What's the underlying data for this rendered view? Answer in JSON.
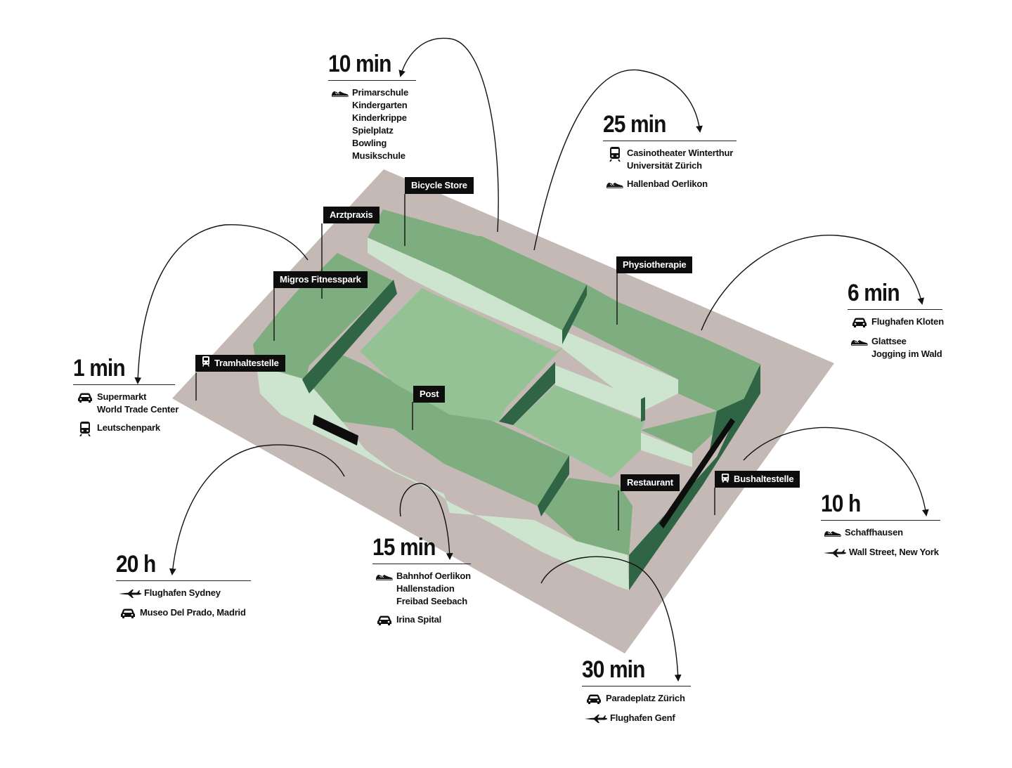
{
  "colors": {
    "plot": "#c4b9b4",
    "roof_mid": "#7eae80",
    "roof_light": "#95c295",
    "facade_light": "#cde5ce",
    "facade_dark": "#2f6444",
    "ink": "#111111",
    "tag_bg": "#0d0d0d",
    "tag_text": "#ffffff"
  },
  "tags": [
    {
      "id": "bicycle-store",
      "label": "Bicycle Store",
      "icon": ""
    },
    {
      "id": "arztpraxis",
      "label": "Arztpraxis",
      "icon": ""
    },
    {
      "id": "migros-fitnesspark",
      "label": "Migros Fitnesspark",
      "icon": ""
    },
    {
      "id": "tramhaltestelle",
      "label": "Tramhaltestelle",
      "icon": "tram-icon"
    },
    {
      "id": "physiotherapie",
      "label": "Physiotherapie",
      "icon": ""
    },
    {
      "id": "post",
      "label": "Post",
      "icon": ""
    },
    {
      "id": "restaurant",
      "label": "Restaurant",
      "icon": ""
    },
    {
      "id": "bushaltestelle",
      "label": "Bushaltestelle",
      "icon": "bus-icon"
    }
  ],
  "groups": [
    {
      "id": "10min",
      "time": "10 min",
      "rows": [
        {
          "icon": "walking-shoe-icon",
          "items": [
            "Primarschule",
            "Kindergarten",
            "Kinderkrippe",
            "Spielplatz",
            "Bowling",
            "Musikschule"
          ]
        }
      ]
    },
    {
      "id": "25min",
      "time": "25 min",
      "rows": [
        {
          "icon": "tram-icon",
          "items": [
            "Casinotheater Winterthur",
            "Universität Zürich"
          ]
        },
        {
          "icon": "walking-shoe-icon",
          "items": [
            "Hallenbad Oerlikon"
          ]
        }
      ]
    },
    {
      "id": "6min",
      "time": "6 min",
      "rows": [
        {
          "icon": "car-icon",
          "items": [
            "Flughafen Kloten"
          ]
        },
        {
          "icon": "walking-shoe-icon",
          "items": [
            "Glattsee",
            "Jogging im Wald"
          ]
        }
      ]
    },
    {
      "id": "1min",
      "time": "1 min",
      "rows": [
        {
          "icon": "car-icon",
          "items": [
            "Supermarkt",
            "World Trade Center"
          ]
        },
        {
          "icon": "tram-icon",
          "items": [
            "Leutschenpark"
          ]
        }
      ]
    },
    {
      "id": "10h",
      "time": "10 h",
      "rows": [
        {
          "icon": "walking-shoe-icon",
          "items": [
            "Schaffhausen"
          ]
        },
        {
          "icon": "airplane-icon",
          "items": [
            "Wall Street, New York"
          ]
        }
      ]
    },
    {
      "id": "20h",
      "time": "20 h",
      "rows": [
        {
          "icon": "airplane-icon",
          "items": [
            "Flughafen Sydney"
          ]
        },
        {
          "icon": "car-icon",
          "items": [
            "Museo Del Prado, Madrid"
          ]
        }
      ]
    },
    {
      "id": "15min",
      "time": "15 min",
      "rows": [
        {
          "icon": "walking-shoe-icon",
          "items": [
            "Bahnhof Oerlikon",
            "Hallenstadion",
            "Freibad Seebach"
          ]
        },
        {
          "icon": "car-icon",
          "items": [
            "Irina Spital"
          ]
        }
      ]
    },
    {
      "id": "30min",
      "time": "30 min",
      "rows": [
        {
          "icon": "car-icon",
          "items": [
            "Paradeplatz Zürich"
          ]
        },
        {
          "icon": "airplane-icon",
          "items": [
            "Flughafen Genf"
          ]
        }
      ]
    }
  ]
}
